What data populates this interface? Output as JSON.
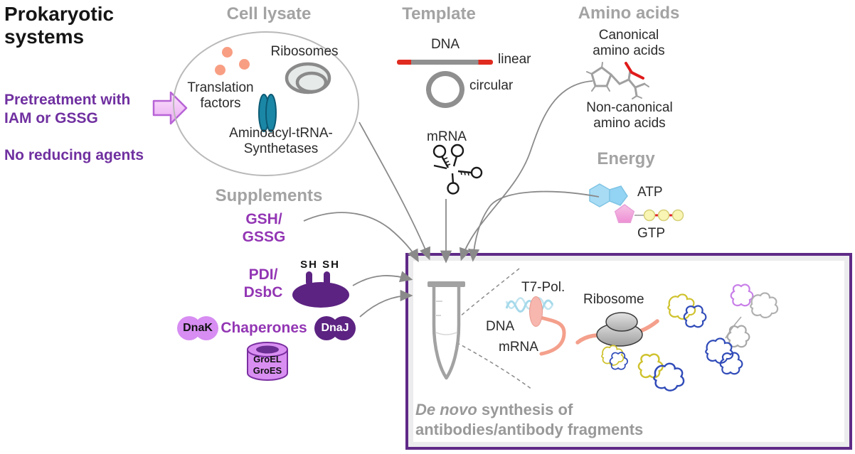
{
  "left_panel": {
    "title_line1": "Prokaryotic",
    "title_line2": "systems",
    "pre_line1": "Pretreatment with",
    "pre_line2": "IAM or GSSG",
    "no_reducing": "No reducing agents"
  },
  "cell_lysate": {
    "header": "Cell lysate",
    "tf_line1": "Translation",
    "tf_line2": "factors",
    "ribosomes": "Ribosomes",
    "synth_line1": "Aminoacyl-tRNA-",
    "synth_line2": "Synthetases"
  },
  "template_section": {
    "header": "Template",
    "dna": "DNA",
    "linear": "linear",
    "circular": "circular",
    "mrna": "mRNA"
  },
  "amino_acids": {
    "header": "Amino acids",
    "canonical_line1": "Canonical",
    "canonical_line2": "amino acids",
    "noncanonical_line1": "Non-canonical",
    "noncanonical_line2": "amino acids"
  },
  "energy": {
    "header": "Energy",
    "atp": "ATP",
    "gtp": "GTP"
  },
  "supplements": {
    "header": "Supplements",
    "gsh_line1": "GSH/",
    "gsh_line2": "GSSG",
    "pdi_line1": "PDI/",
    "pdi_line2": "DsbC",
    "sh_labels": "SH SH",
    "dnak": "DnaK",
    "chaperones": "Chaperones",
    "dnaj": "DnaJ",
    "groel": "GroEL",
    "groes": "GroES"
  },
  "reaction_box": {
    "t7": "T7-Pol.",
    "dna": "DNA",
    "mrna": "mRNA",
    "ribosome": "Ribosome",
    "caption_italic": "De novo",
    "caption_rest": " synthesis of",
    "caption_line2": "antibodies/antibody fragments"
  },
  "colors": {
    "purple_text": "#7030a0",
    "supplement_purple": "#9336b4",
    "header_gray": "#a3a3a3",
    "box_border": "#5f2a87",
    "dark_purple": "#5c2382",
    "light_purple_blob": "#d78df2",
    "salmon_dot": "#f89e83",
    "teal_synthetase": "#1b87a6",
    "dna_red": "#e02b20",
    "connector_gray": "#8a8a8a",
    "light_blue_dna": "#a5d9ea",
    "mrna_salmon": "#f4a08c",
    "antibody_yellow": "#cfc22e",
    "antibody_blue": "#2f4ab8",
    "antibody_magenta": "#c87fe8",
    "atp_blue": "#a8dcf5",
    "ribose_pink": "#f2a0d8",
    "phosphate_yellow": "#f8f4b0"
  }
}
